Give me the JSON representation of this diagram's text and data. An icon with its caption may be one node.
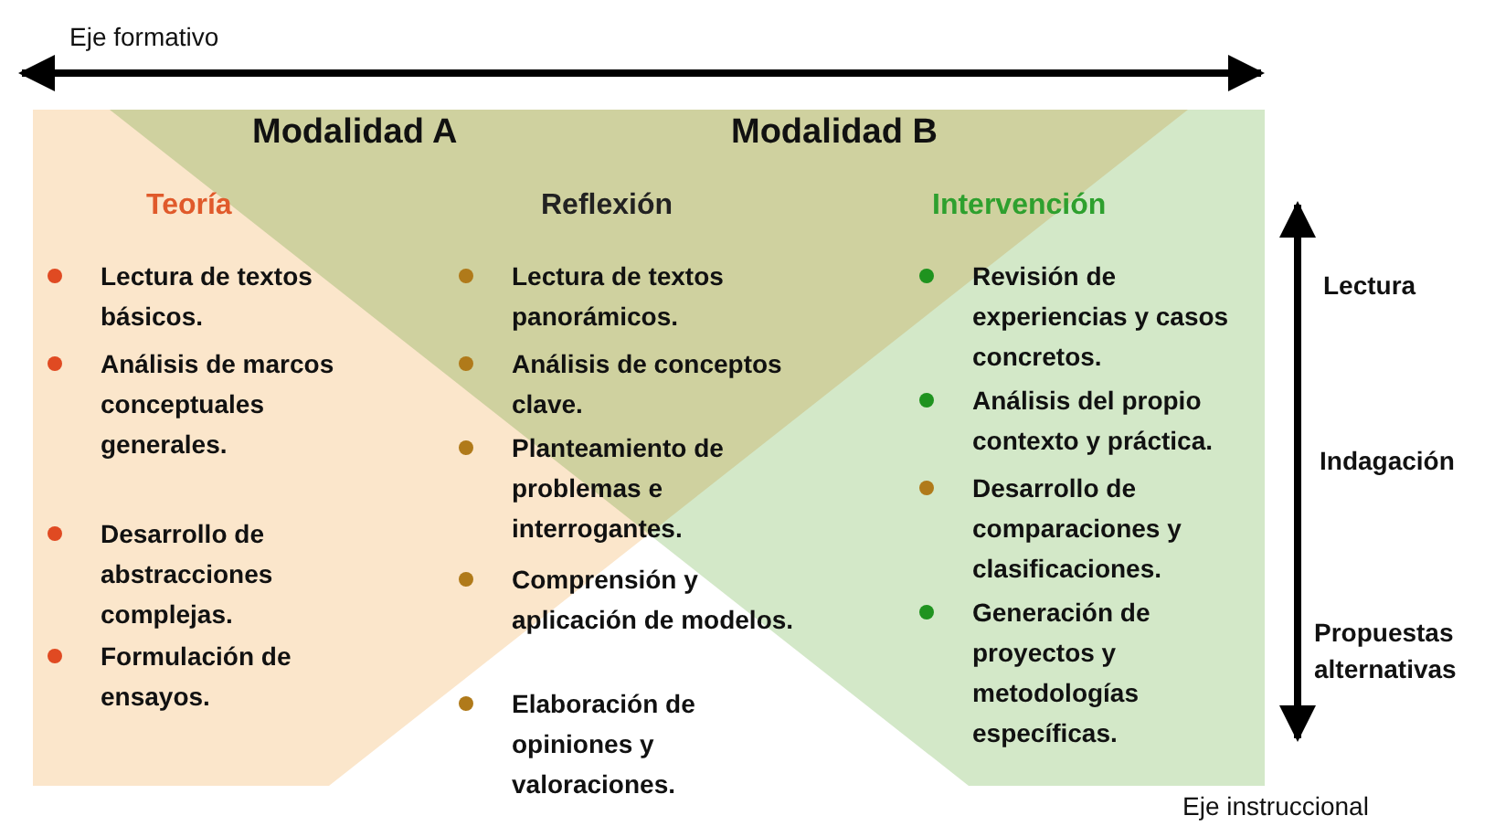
{
  "diagram": {
    "labels": [
      "Eje formativo",
      "Modalidad A",
      "Modalidad B",
      "Teoría",
      "Reflexión",
      "Intervención",
      "Lectura de textos básicos.",
      "Análisis de marcos conceptuales generales.",
      "Desarrollo de abstracciones complejas.",
      "Formulación de ensayos.",
      "Lectura de textos panorámicos.",
      "Análisis de conceptos clave.",
      "Planteamiento de problemas e interrogantes.",
      "Comprensión y aplicación de modelos.",
      "Elaboración de opiniones y valoraciones.",
      "Revisión de experiencias y casos concretos.",
      "Análisis del propio contexto y práctica.",
      "Desarrollo de comparaciones y clasificaciones.",
      "Generación de proyectos y metodologías específicas.",
      "Lectura",
      "Indagación",
      "Propuestas alternativas",
      "Eje instruccional"
    ]
  }
}
